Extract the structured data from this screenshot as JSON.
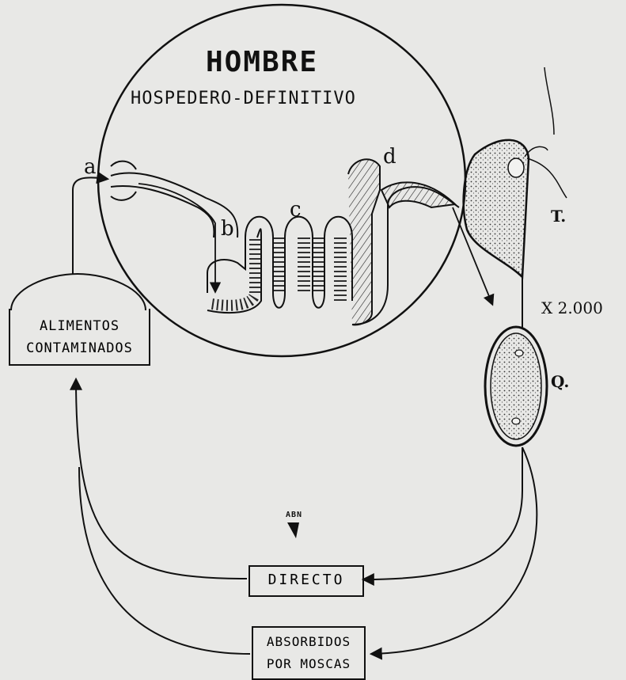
{
  "diagram": {
    "title": "HOMBRE",
    "subtitle": "HOSPEDERO-DEFINITIVO",
    "labels": {
      "a": "a",
      "b": "b",
      "c": "c",
      "d": "d",
      "trophozoite": "T.",
      "magnification": "X 2.000",
      "cyst": "Q."
    },
    "boxes": {
      "food_line1": "ALIMENTOS",
      "food_line2": "CONTAMINADOS",
      "direct": "DIRECTO",
      "flies_line1": "ABSORBIDOS",
      "flies_line2": "POR MOSCAS"
    },
    "signature": "ABN"
  }
}
